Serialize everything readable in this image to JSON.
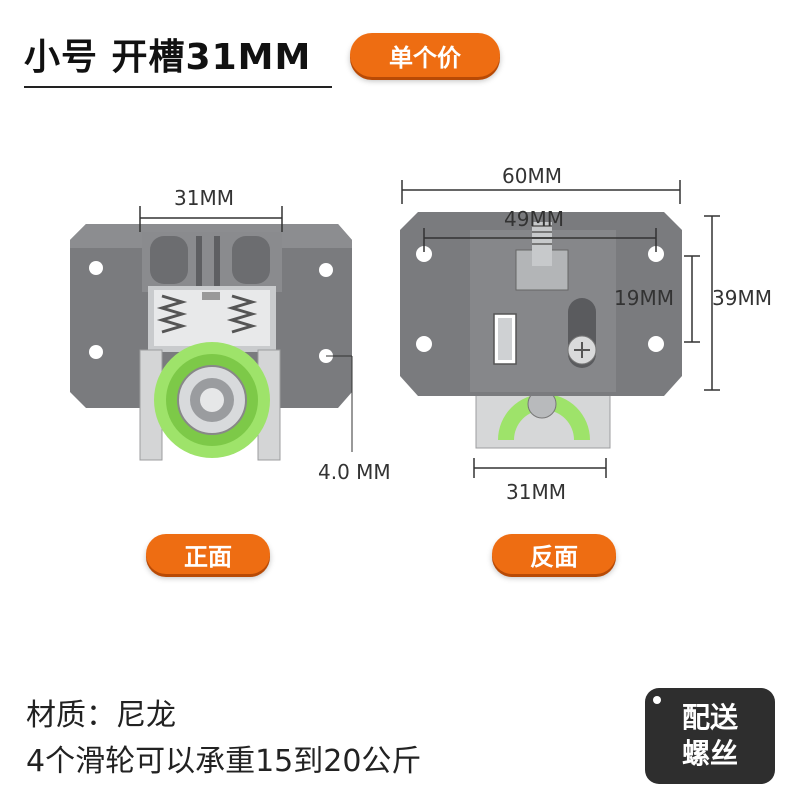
{
  "header": {
    "title": "小号 开槽31MM",
    "price_badge": "单个价"
  },
  "front_view": {
    "label": "正面",
    "width_dim": "31MM",
    "wheel_dim": "4.0 MM"
  },
  "back_view": {
    "label": "反面",
    "total_width": "60MM",
    "hole_spacing": "49MM",
    "slot_height": "19MM",
    "total_height": "39MM",
    "groove_width": "31MM"
  },
  "specs": {
    "material": "材质：尼龙",
    "capacity": "4个滑轮可以承重15到20公斤"
  },
  "badge": {
    "line1": "配送",
    "line2": "螺丝"
  },
  "colors": {
    "accent": "#ee6d12",
    "housing": "#7d7e80",
    "wheel": "#9ee36a",
    "badge_bg": "#2e2e2e"
  }
}
